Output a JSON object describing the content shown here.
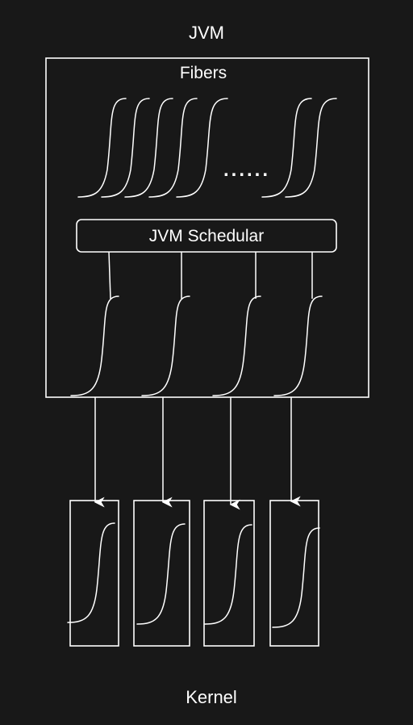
{
  "labels": {
    "jvm": "JVM",
    "fibers": "Fibers",
    "scheduler": "JVM Schedular",
    "ellipsis": "......",
    "kernel": "Kernel"
  },
  "colors": {
    "background": "#181818",
    "stroke": "#ffffff",
    "text": "#ffffff"
  },
  "counts": {
    "fibers_before_ellipsis": 5,
    "fibers_after_ellipsis": 2,
    "carrier_threads": 4,
    "kernel_threads": 4
  }
}
